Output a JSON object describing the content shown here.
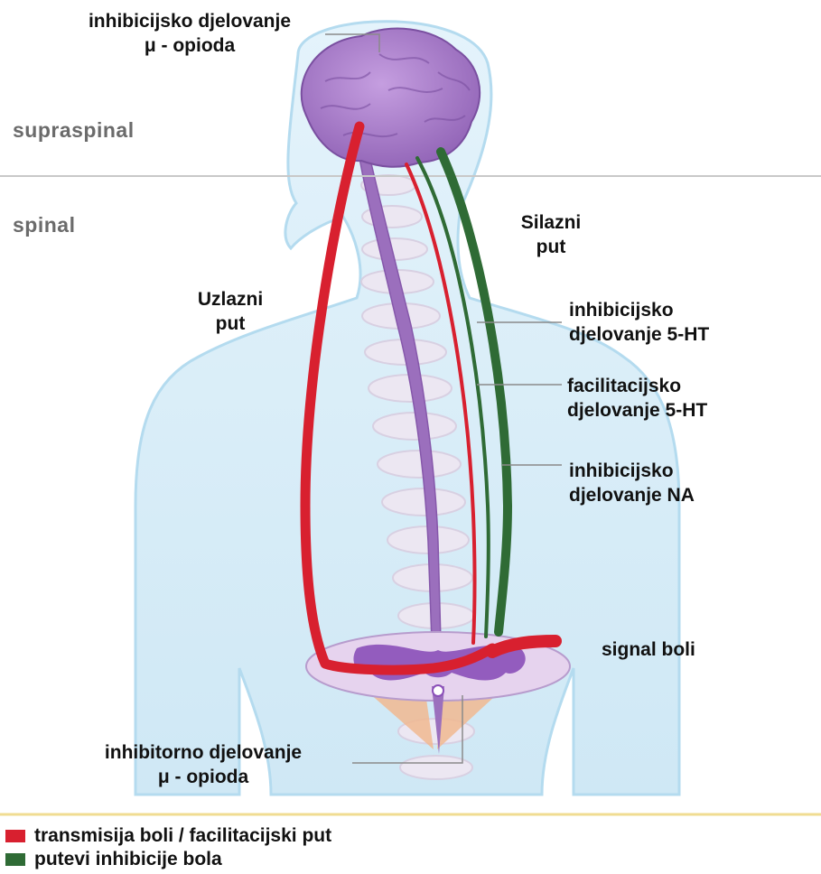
{
  "labels": {
    "top_label_line1": "inhibicijsko djelovanje",
    "top_label_line2": "μ - opioda",
    "supraspinal": "supraspinal",
    "spinal": "spinal",
    "descending_line1": "Silazni",
    "descending_line2": "put",
    "ascending_line1": "Uzlazni",
    "ascending_line2": "put",
    "inhib_5ht_line1": "inhibicijsko",
    "inhib_5ht_line2": "djelovanje 5-HT",
    "facil_5ht_line1": "facilitacijsko",
    "facil_5ht_line2": "djelovanje 5-HT",
    "inhib_na_line1": "inhibicijsko",
    "inhib_na_line2": "djelovanje NA",
    "pain_signal": "signal boli",
    "bottom_label_line1": "inhibitorno djelovanje",
    "bottom_label_line2": "μ - opioda"
  },
  "legend": {
    "items": [
      {
        "text": "transmisija boli / facilitacijski put",
        "color": "#d8202f"
      },
      {
        "text": "putevi inhibicije bola",
        "color": "#2f6b35"
      }
    ]
  },
  "colors": {
    "red_pathway": "#d8202f",
    "green_pathway": "#2f6b35",
    "body_fill": "#dbeef8",
    "body_outline": "#aed6ec",
    "brain": "#a477c4",
    "spine": "#9b6fbd",
    "divider": "#c8c8c8",
    "legend_rule": "#f0dc92"
  }
}
